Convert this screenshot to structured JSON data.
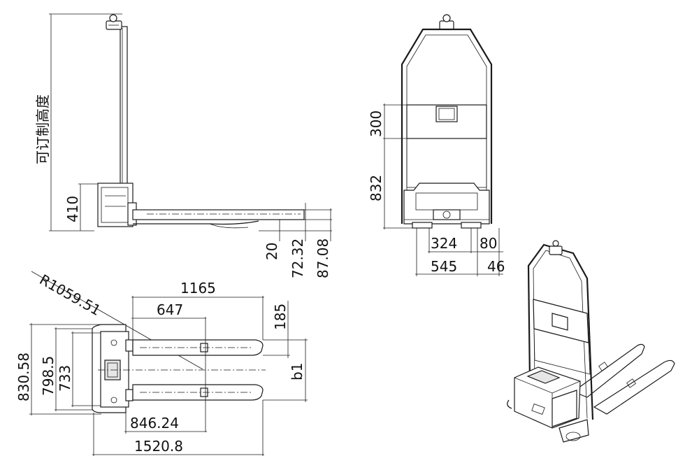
{
  "side_view": {
    "height_label": "可订制高度",
    "dim_410": "410",
    "dim_20": "20",
    "dim_72_32": "72.32",
    "dim_87_08": "87.08"
  },
  "front_view": {
    "dim_300": "300",
    "dim_832": "832",
    "dim_324": "324",
    "dim_80": "80",
    "dim_545": "545",
    "dim_46": "46"
  },
  "top_view": {
    "dim_r": "R1059.51",
    "dim_1165": "1165",
    "dim_647": "647",
    "dim_185": "185",
    "dim_b1": "b1",
    "dim_830_58": "830.58",
    "dim_798_5": "798.5",
    "dim_733": "733",
    "dim_846_24": "846.24",
    "dim_1520_8": "1520.8"
  }
}
